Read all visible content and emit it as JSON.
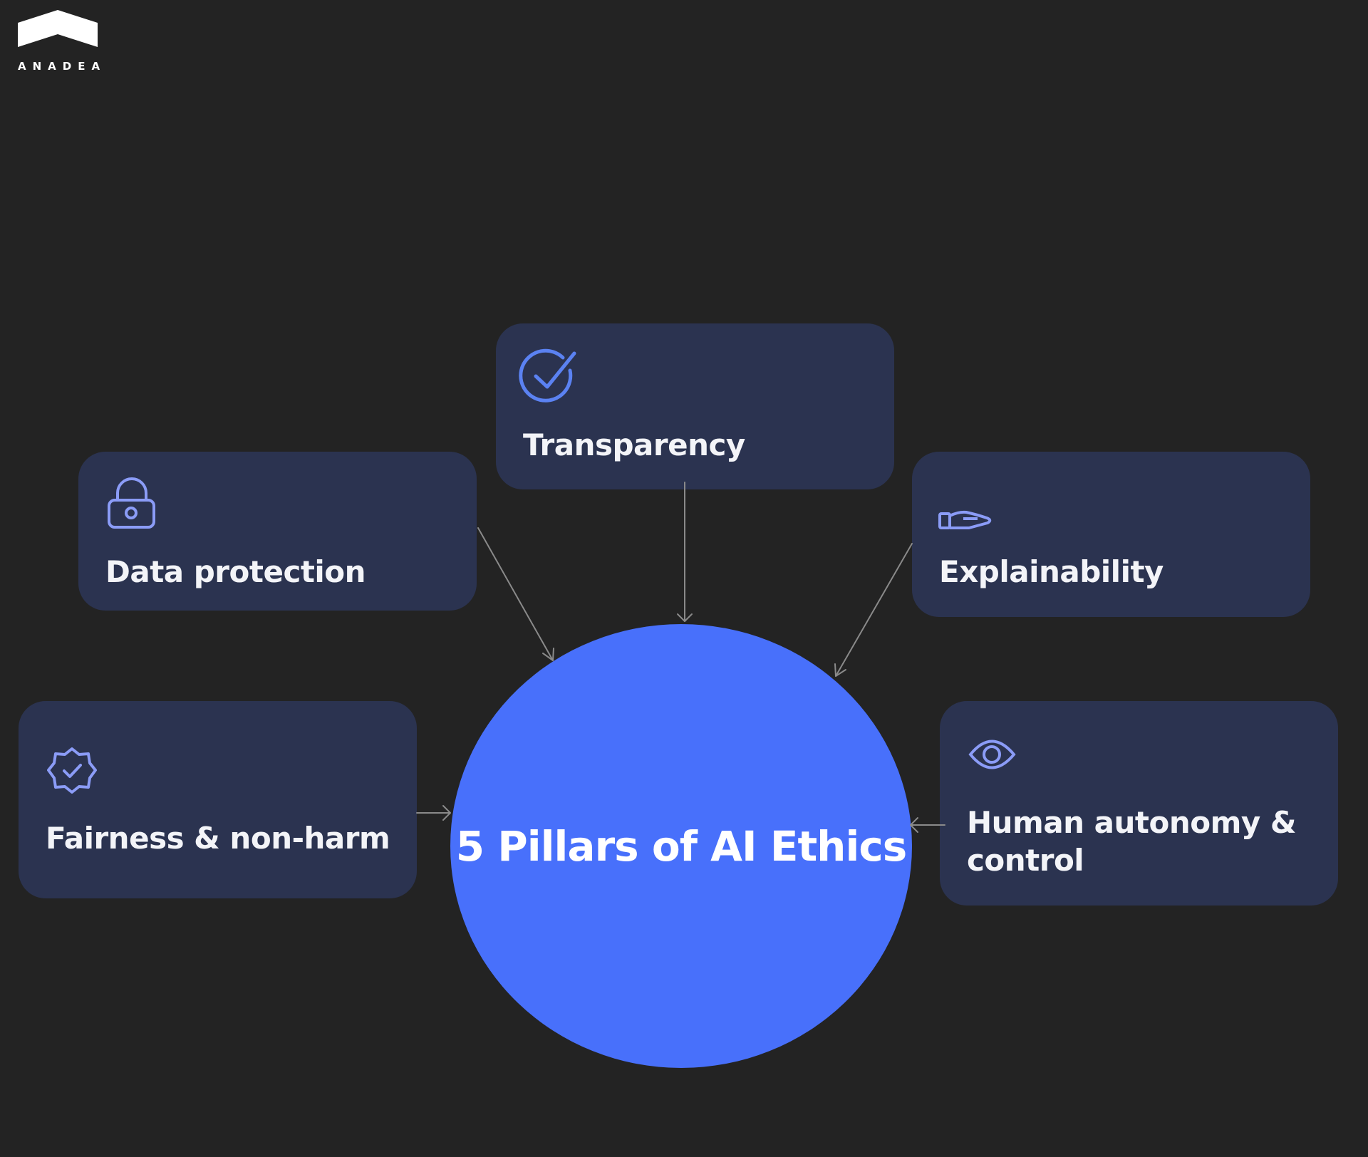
{
  "brand": {
    "name": "ANADEA"
  },
  "center": {
    "title": "5 Pillars of AI Ethics"
  },
  "pillars": [
    {
      "label": "Transparency",
      "icon": "check-circle-icon"
    },
    {
      "label": "Data protection",
      "icon": "lock-icon"
    },
    {
      "label": "Explainability",
      "icon": "hand-icon"
    },
    {
      "label": "Fairness & non-harm",
      "icon": "verified-badge-icon"
    },
    {
      "label": "Human autonomy &",
      "label_line2": "control",
      "icon": "eye-icon"
    }
  ],
  "colors": {
    "background": "#232323",
    "card": "#2b3350",
    "circle": "#4870fb",
    "icon": "#8b9cf7",
    "arrow": "#8a8a8a"
  }
}
